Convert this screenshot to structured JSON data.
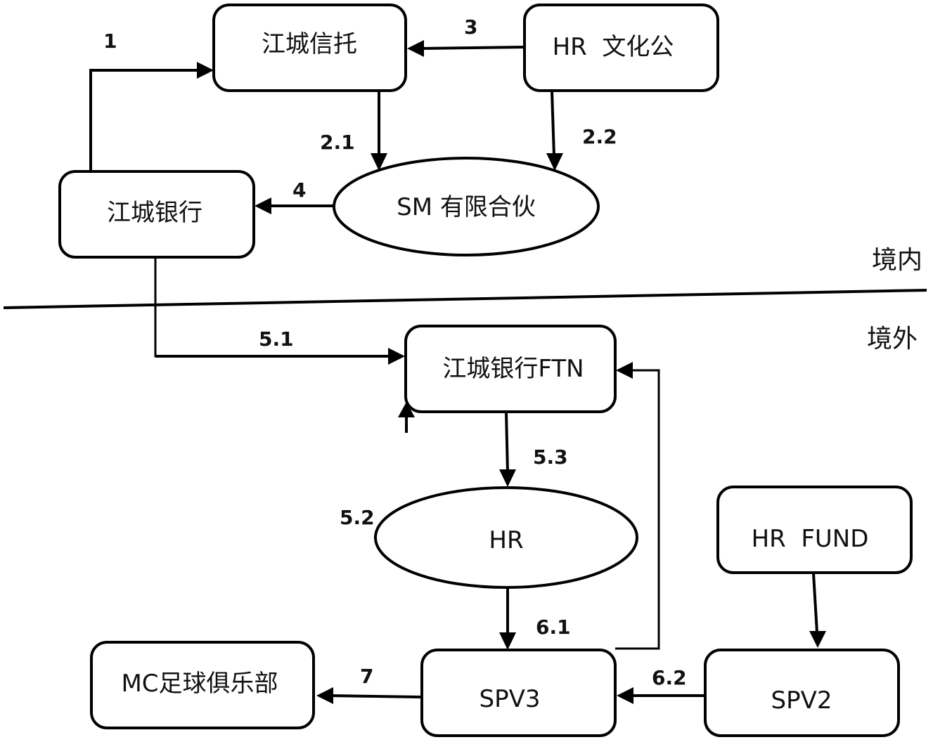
{
  "diagram": {
    "regions": {
      "domestic": "境内",
      "overseas": "境外"
    },
    "nodes": {
      "jiangcheng_trust": "江城信托",
      "hr_culture": "HR  文化公",
      "sm_partnership": "SM 有限合伙",
      "jiangcheng_bank": "江城银行",
      "jiangcheng_bank_ftn": "江城银行FTN",
      "hr": "HR",
      "hr_fund": "HR  FUND",
      "spv3": "SPV3",
      "spv2": "SPV2",
      "mc_club": "MC足球俱乐部"
    },
    "edges": [
      {
        "id": "1",
        "label": "1",
        "from": "江城银行",
        "to": "江城信托"
      },
      {
        "id": "2.1",
        "label": "2.1",
        "from": "江城信托",
        "to": "SM 有限合伙"
      },
      {
        "id": "2.2",
        "label": "2.2",
        "from": "HR 文化公",
        "to": "SM 有限合伙"
      },
      {
        "id": "3",
        "label": "3",
        "from": "HR 文化公",
        "to": "江城信托"
      },
      {
        "id": "4",
        "label": "4",
        "from": "SM 有限合伙",
        "to": "江城银行"
      },
      {
        "id": "5.1",
        "label": "5.1",
        "from": "江城银行",
        "to": "江城银行FTN"
      },
      {
        "id": "5.2",
        "label": "5.2",
        "from": "HR",
        "to": "江城银行FTN"
      },
      {
        "id": "5.3",
        "label": "5.3",
        "from": "江城银行FTN",
        "to": "HR"
      },
      {
        "id": "6.1",
        "label": "6.1",
        "from": "HR",
        "to": "SPV3"
      },
      {
        "id": "6.2",
        "label": "6.2",
        "from": "SPV2",
        "to": "SPV3"
      },
      {
        "id": "6.1b",
        "label": "",
        "from": "SPV3",
        "to": "江城银行FTN"
      },
      {
        "id": "hrfund",
        "label": "",
        "from": "HR FUND",
        "to": "SPV2"
      },
      {
        "id": "7",
        "label": "7",
        "from": "SPV3",
        "to": "MC足球俱乐部"
      }
    ]
  }
}
